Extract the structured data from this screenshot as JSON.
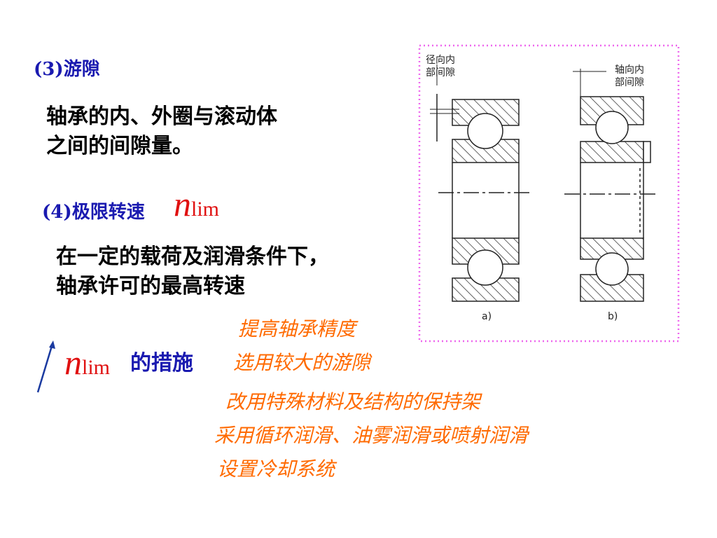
{
  "section3": {
    "heading": "(3)游隙",
    "definition_line1": "轴承的内、外圈与滚动体",
    "definition_line2": "之间的间隙量。"
  },
  "section4": {
    "heading": "(4)极限转速",
    "symbol_n": "n",
    "symbol_sub": "lim",
    "definition_line1": "在一定的载荷及润滑条件下，",
    "definition_line2": "轴承许可的最高转速"
  },
  "measures": {
    "symbol_n": "n",
    "symbol_sub": "lim",
    "label": "的措施",
    "items": [
      "提高轴承精度",
      "选用较大的游隙",
      "改用特殊材料及结构的保持架",
      "采用循环润滑、油雾润滑或喷射润滑",
      "设置冷却系统"
    ]
  },
  "figure": {
    "label_radial_line1": "径向内",
    "label_radial_line2": "部间隙",
    "label_axial_line1": "轴向内",
    "label_axial_line2": "部间隙",
    "caption_a": "a)",
    "caption_b": "b)",
    "border_color": "#ee66ee"
  },
  "colors": {
    "heading": "#1a1ab0",
    "symbol": "#e01010",
    "measure": "#ff6a00"
  }
}
